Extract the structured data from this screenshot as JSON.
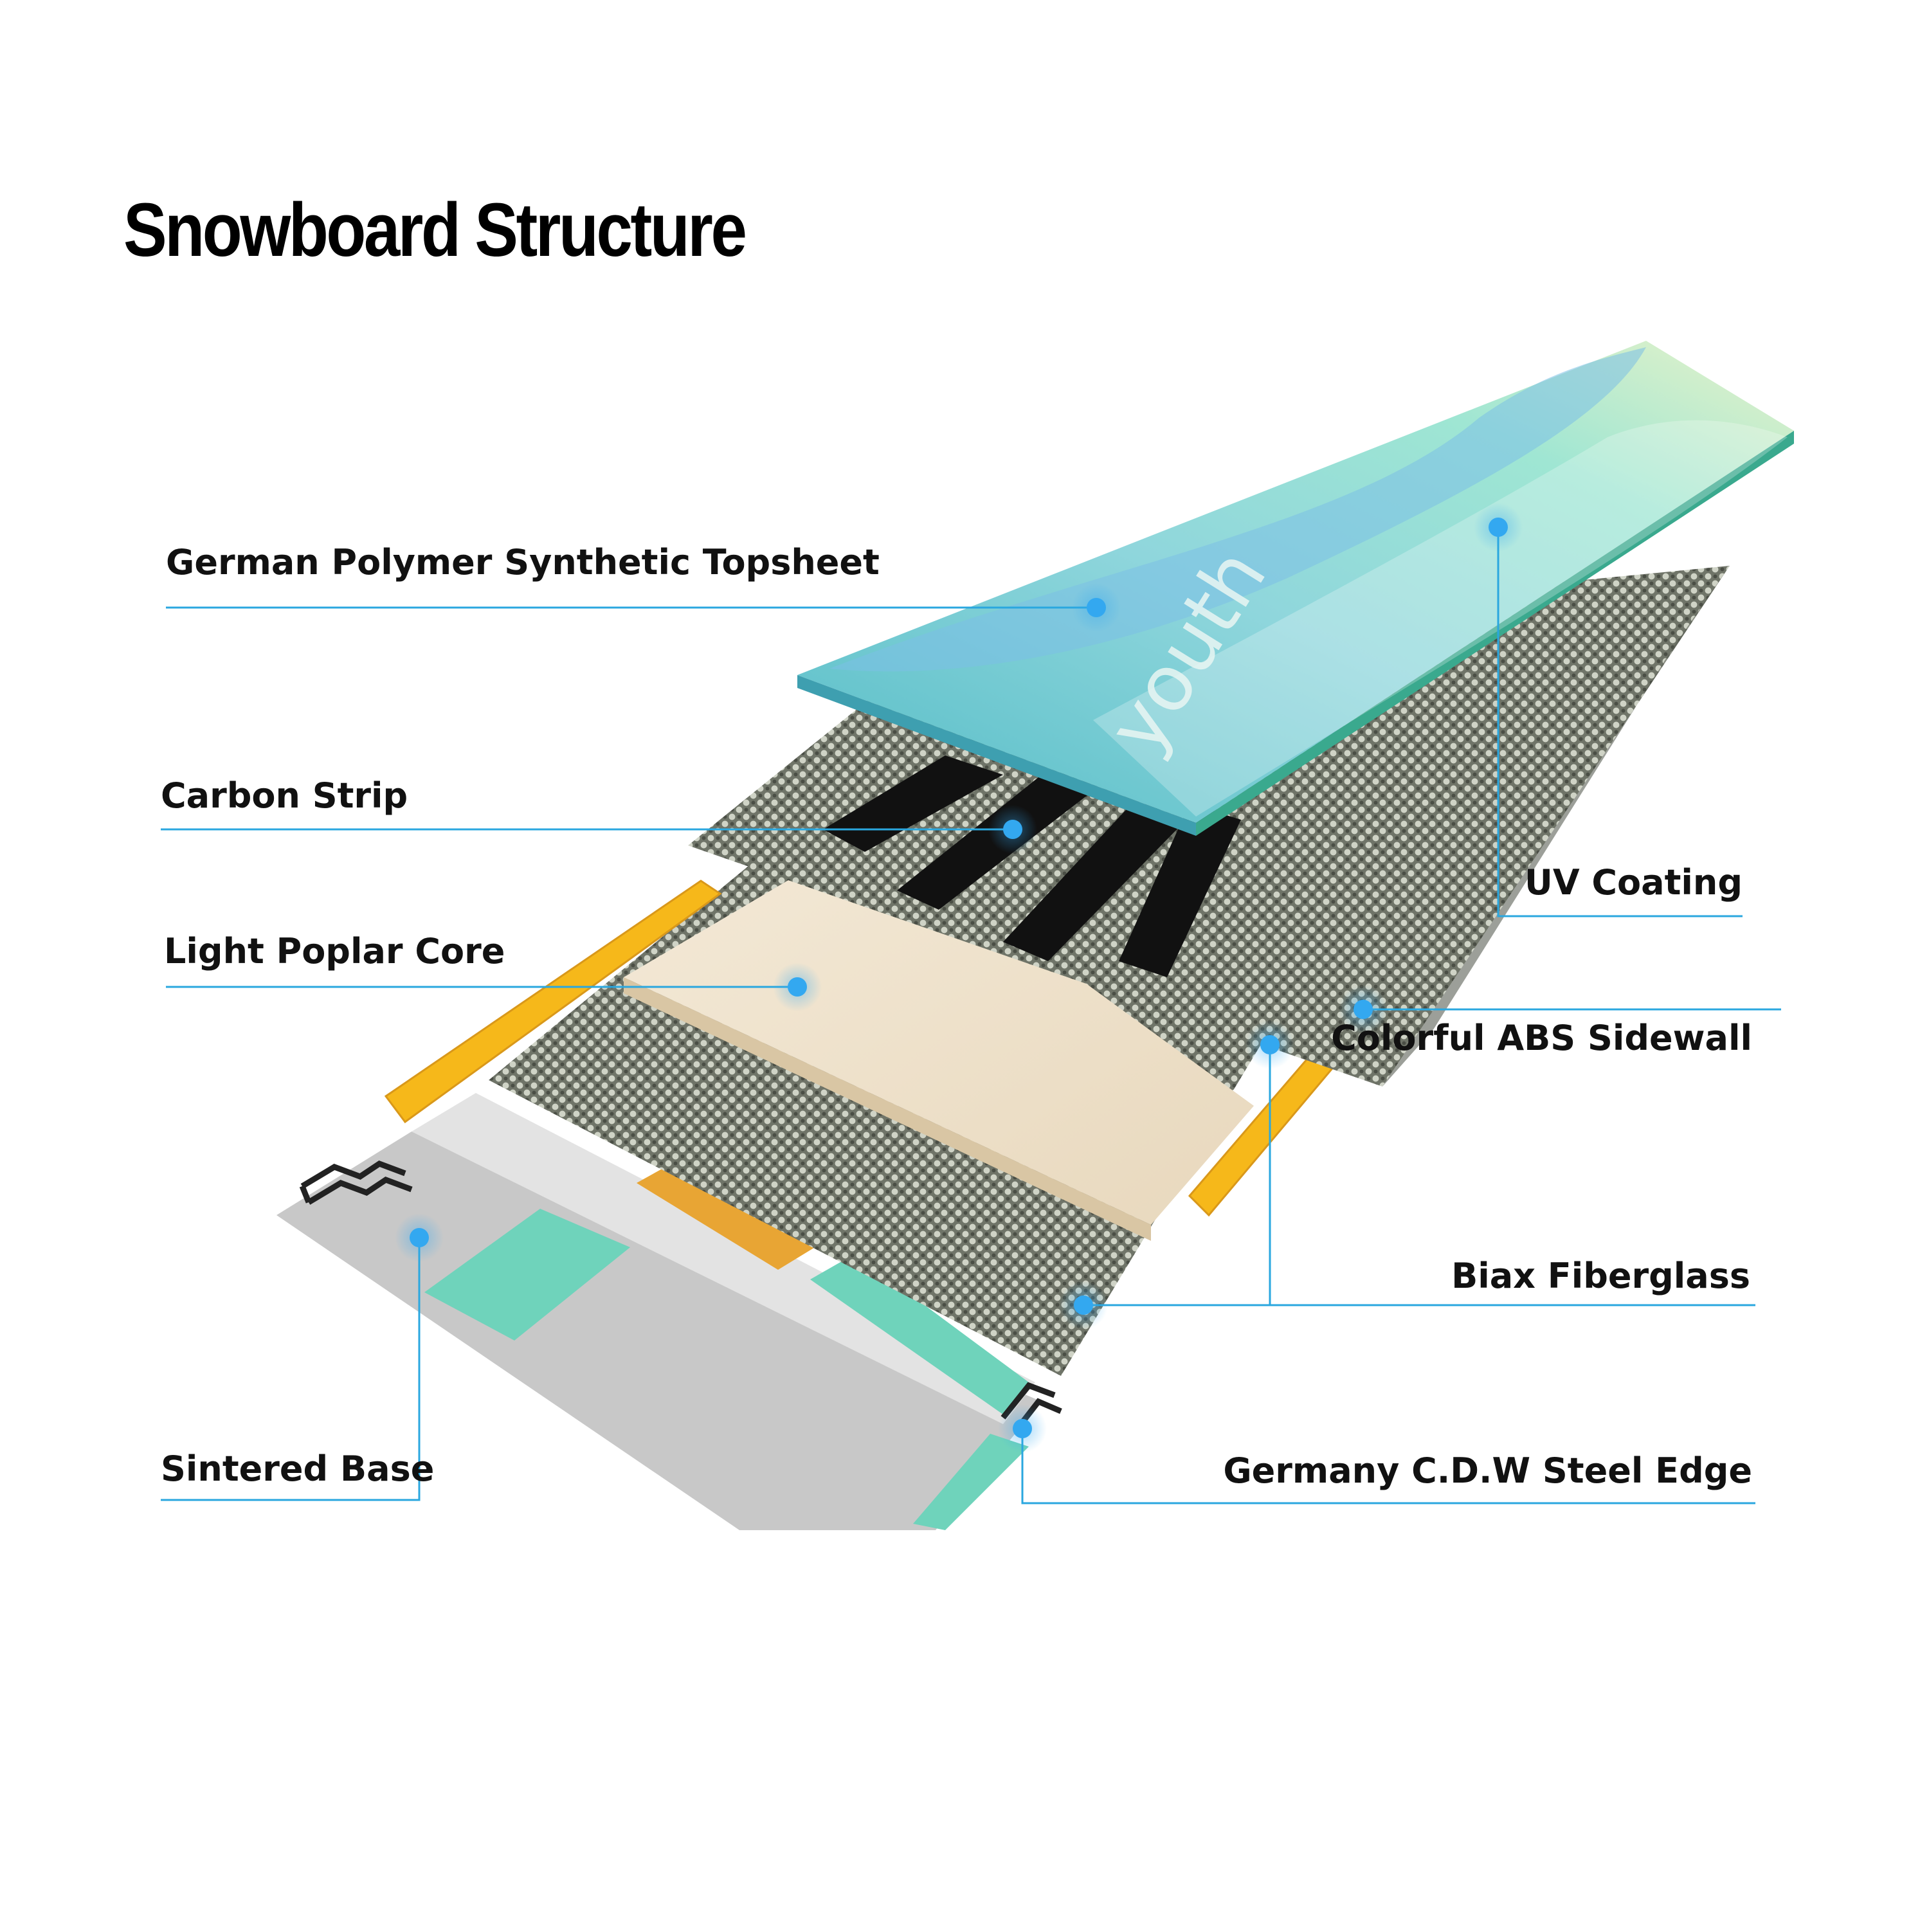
{
  "title": "Snowboard Structure",
  "board_text": "youth",
  "colors": {
    "callout_line": "#2aa7df",
    "callout_dot": "#33a8f0",
    "topsheet": "#6fd3c0",
    "topsheet_accent": "#7bbfe6",
    "sidewall": "#f6b81a",
    "core": "#efe2cc",
    "fiberglass": "#8e9387",
    "carbon": "#111111",
    "base_gray": "#c9c9c9",
    "base_light": "#e3e3e3",
    "base_teal": "#6fd3bb",
    "base_orange": "#e8a534",
    "edge": "#222222"
  },
  "layers": [
    {
      "id": "topsheet",
      "label": "German Polymer Synthetic Topsheet"
    },
    {
      "id": "carbon",
      "label": "Carbon Strip"
    },
    {
      "id": "core",
      "label": "Light Poplar Core"
    },
    {
      "id": "base",
      "label": "Sintered Base"
    },
    {
      "id": "uv",
      "label": "UV Coating"
    },
    {
      "id": "sidewall",
      "label": "Colorful ABS Sidewall"
    },
    {
      "id": "fiberglass",
      "label": "Biax Fiberglass"
    },
    {
      "id": "edge",
      "label": "Germany C.D.W Steel Edge"
    }
  ]
}
